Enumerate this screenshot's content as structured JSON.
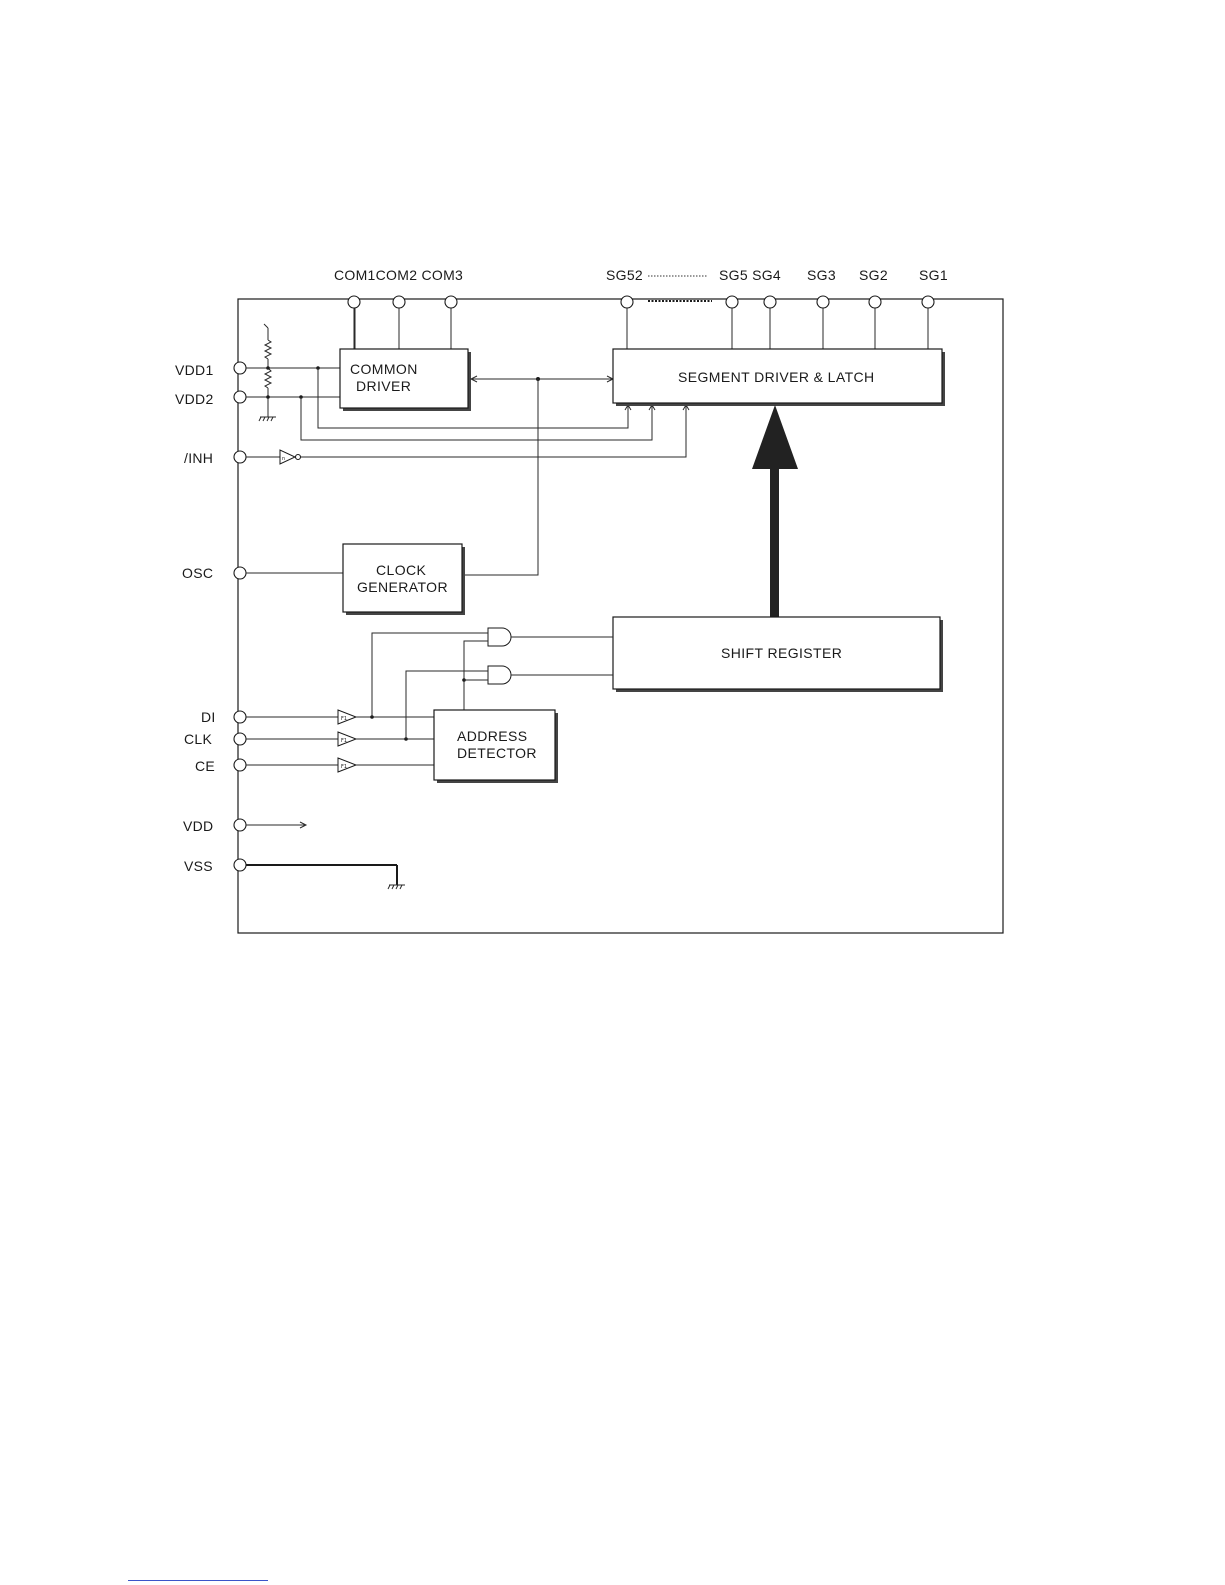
{
  "top_pins": {
    "com_group": "COM1COM2  COM3",
    "sg52": "SG52",
    "sg5_sg4": "SG5 SG4",
    "sg3": "SG3",
    "sg2": "SG2",
    "sg1": "SG1"
  },
  "left_pins": {
    "vdd1": "VDD1",
    "vdd2": "VDD2",
    "inh": "/INH",
    "osc": "OSC",
    "di": "DI",
    "clk": "CLK",
    "ce": "CE",
    "vdd": "VDD",
    "vss": "VSS"
  },
  "blocks": {
    "common_driver": [
      "COMMON",
      "DRIVER"
    ],
    "segment_driver": "SEGMENT DRIVER & LATCH",
    "clock_generator": [
      "CLOCK",
      "GENERATOR"
    ],
    "shift_register": "SHIFT REGISTER",
    "address_detector": [
      "ADDRESS",
      "DETECTOR"
    ]
  }
}
